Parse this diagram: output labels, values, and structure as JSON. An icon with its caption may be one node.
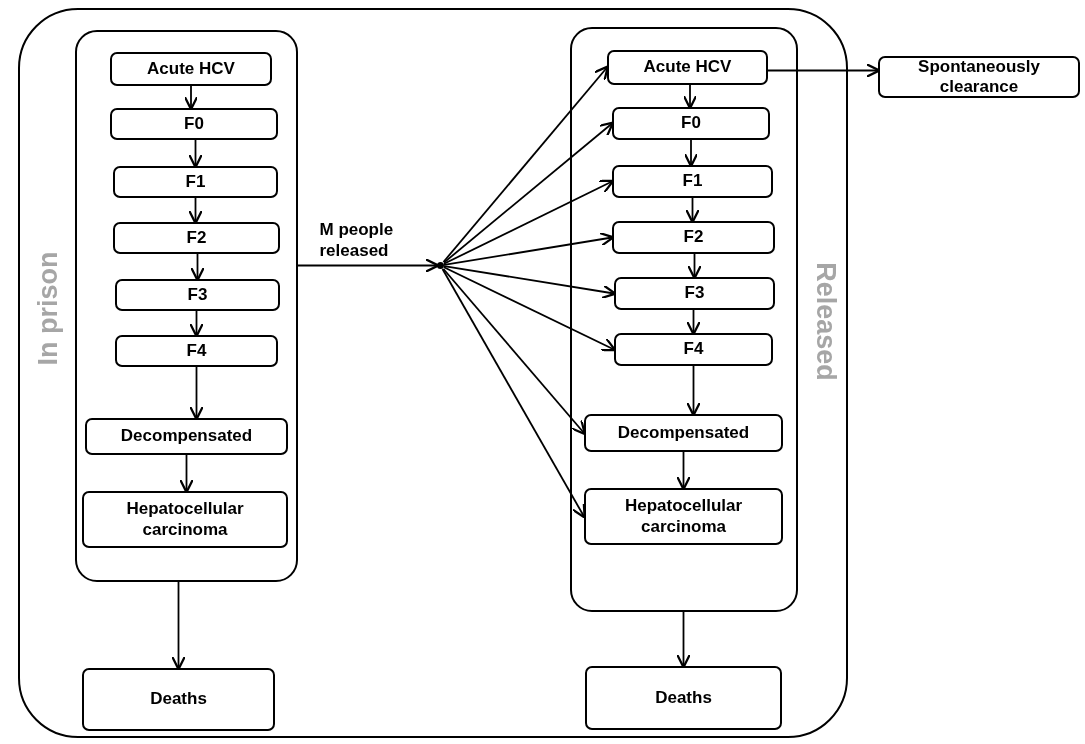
{
  "diagram": {
    "nodes": [
      {
        "text": [],
        "shape": "box"
      },
      {
        "text": [
          "In prison"
        ],
        "in": 0
      },
      {
        "text": [
          "Acute HCV"
        ],
        "in": 1
      },
      {
        "text": [
          "F0"
        ],
        "in": 1
      },
      {
        "text": [
          "F1"
        ],
        "in": 1
      },
      {
        "text": [
          "F2"
        ],
        "in": 1
      },
      {
        "text": [
          "F3"
        ],
        "in": 1
      },
      {
        "text": [
          "F4"
        ],
        "in": 1
      },
      {
        "text": [
          "Decompensated"
        ],
        "in": 1
      },
      {
        "text": [
          "Hepatocellular carcinoma"
        ],
        "in": 1
      },
      {
        "text": [
          "Deaths"
        ],
        "in": 0
      },
      {
        "text": [],
        "shape": "dot",
        "in": 0
      },
      {
        "text": [
          "Released"
        ],
        "in": 0
      },
      {
        "text": [
          "Acute HCV"
        ],
        "in": 12
      },
      {
        "text": [
          "F0"
        ],
        "in": 12
      },
      {
        "text": [
          "F1"
        ],
        "in": 12
      },
      {
        "text": [
          "F2"
        ],
        "in": 12
      },
      {
        "text": [
          "F3"
        ],
        "in": 12
      },
      {
        "text": [
          "F4"
        ],
        "in": 12
      },
      {
        "text": [
          "Decompensated"
        ],
        "in": 12
      },
      {
        "text": [
          "Hepatocellular carcinoma"
        ],
        "in": 12
      },
      {
        "text": [
          "Deaths"
        ],
        "in": 0
      },
      {
        "text": [
          "Spontaneously clearance"
        ]
      }
    ],
    "edges": [
      {
        "from": 2,
        "to": 3,
        "arrow": "to"
      },
      {
        "from": 3,
        "to": 4,
        "arrow": "to"
      },
      {
        "from": 4,
        "to": 5,
        "arrow": "to"
      },
      {
        "from": 5,
        "to": 6,
        "arrow": "to"
      },
      {
        "from": 6,
        "to": 7,
        "arrow": "to"
      },
      {
        "from": 7,
        "to": 8,
        "arrow": "to"
      },
      {
        "from": 8,
        "to": 9,
        "arrow": "to"
      },
      {
        "from": 1,
        "to": 10,
        "arrow": "to"
      },
      {
        "from": 1,
        "to": 11,
        "arrow": "to",
        "label": "M people released"
      },
      {
        "from": 11,
        "to": 13,
        "arrow": "to"
      },
      {
        "from": 11,
        "to": 14,
        "arrow": "to"
      },
      {
        "from": 11,
        "to": 15,
        "arrow": "to"
      },
      {
        "from": 11,
        "to": 16,
        "arrow": "to"
      },
      {
        "from": 11,
        "to": 17,
        "arrow": "to"
      },
      {
        "from": 11,
        "to": 18,
        "arrow": "to"
      },
      {
        "from": 11,
        "to": 19,
        "arrow": "to"
      },
      {
        "from": 11,
        "to": 20,
        "arrow": "to"
      },
      {
        "from": 13,
        "to": 14,
        "arrow": "to"
      },
      {
        "from": 14,
        "to": 15,
        "arrow": "to"
      },
      {
        "from": 15,
        "to": 16,
        "arrow": "to"
      },
      {
        "from": 16,
        "to": 17,
        "arrow": "to"
      },
      {
        "from": 17,
        "to": 18,
        "arrow": "to"
      },
      {
        "from": 18,
        "to": 19,
        "arrow": "to"
      },
      {
        "from": 19,
        "to": 20,
        "arrow": "to"
      },
      {
        "from": 12,
        "to": 21,
        "arrow": "to"
      },
      {
        "from": 13,
        "to": 22,
        "arrow": "to"
      }
    ]
  }
}
